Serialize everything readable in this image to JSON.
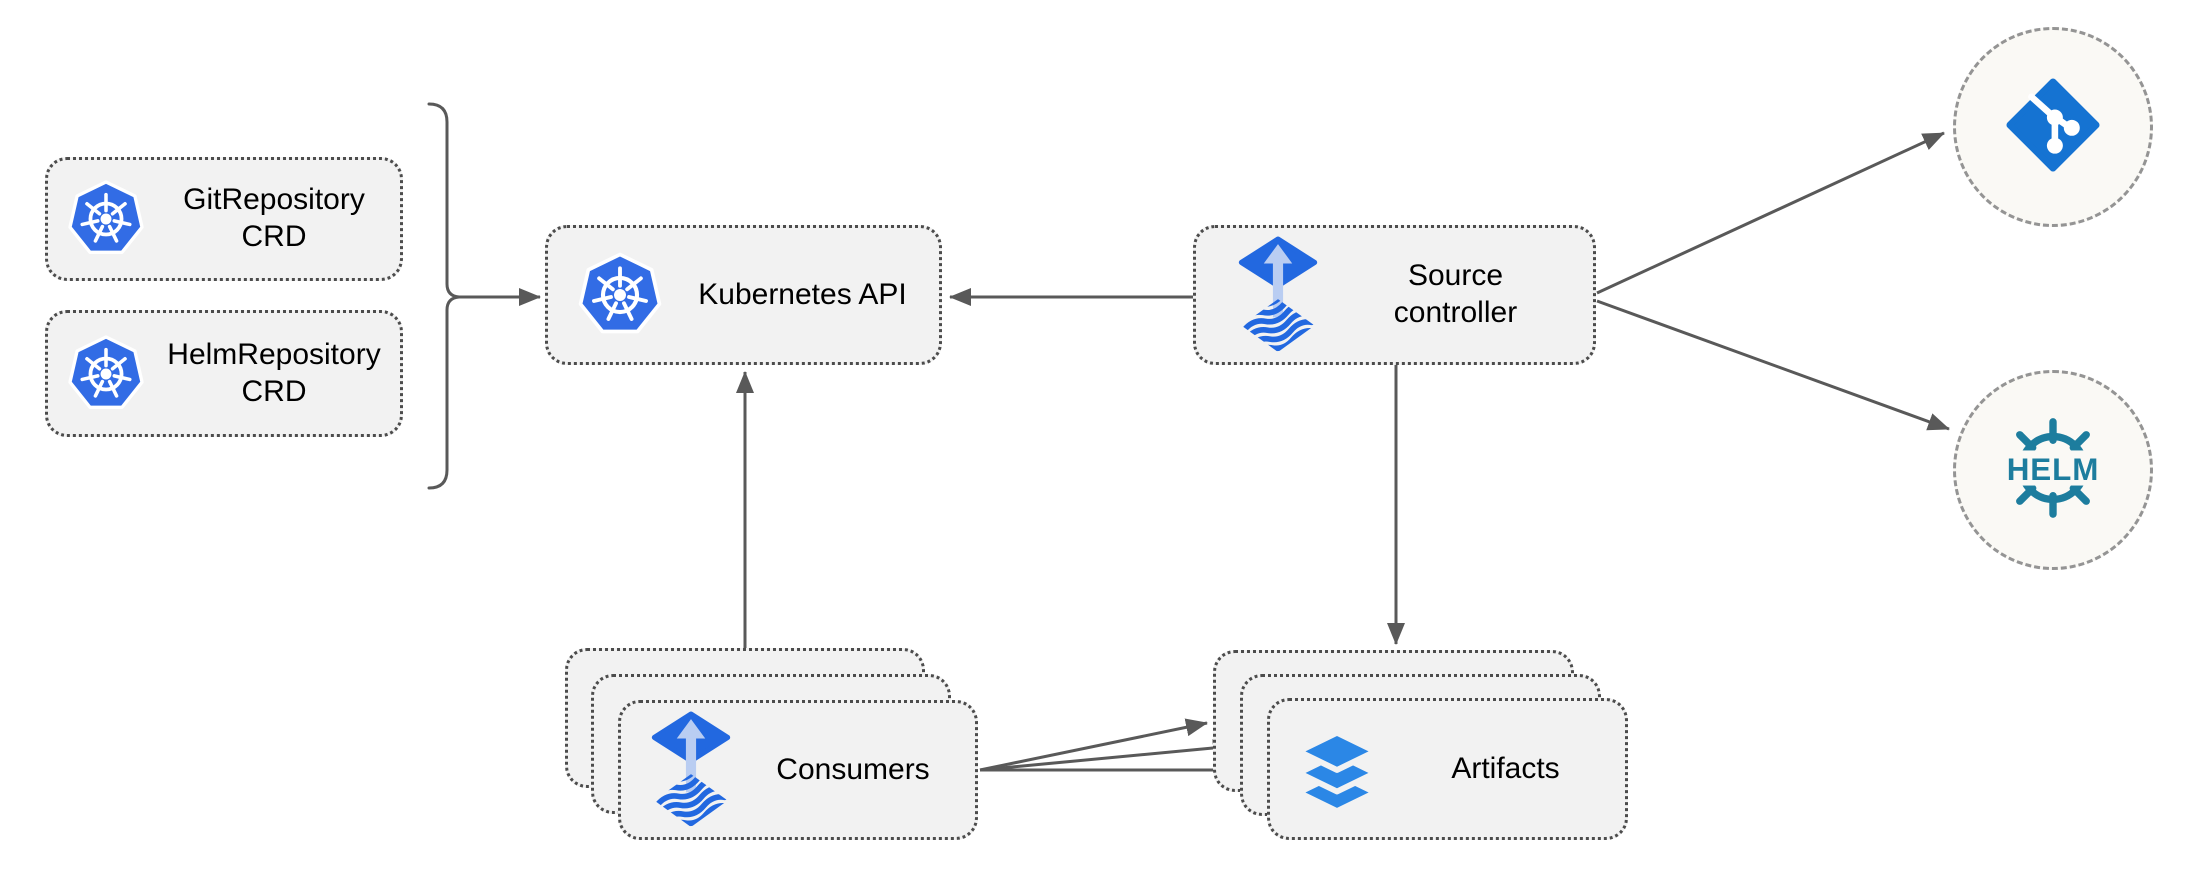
{
  "nodes": {
    "git_repository_crd": {
      "label": "GitRepository\nCRD",
      "icon": "kubernetes-icon"
    },
    "helm_repository_crd": {
      "label": "HelmRepository\nCRD",
      "icon": "kubernetes-icon"
    },
    "kubernetes_api": {
      "label": "Kubernetes API",
      "icon": "kubernetes-icon"
    },
    "source_controller": {
      "label": "Source\ncontroller",
      "icon": "flux-source-controller-icon"
    },
    "consumers": {
      "label": "Consumers",
      "icon": "flux-source-controller-icon",
      "stack_count": 3
    },
    "artifacts": {
      "label": "Artifacts",
      "icon": "layers-icon",
      "stack_count": 3
    },
    "git_remote": {
      "icon": "git-icon"
    },
    "helm_remote": {
      "icon": "helm-icon",
      "label": "HELM"
    }
  },
  "edges": [
    {
      "from": "git_repository_crd,helm_repository_crd",
      "to": "kubernetes_api",
      "via": "bracket"
    },
    {
      "from": "source_controller",
      "to": "kubernetes_api"
    },
    {
      "from": "consumers",
      "to": "kubernetes_api"
    },
    {
      "from": "source_controller",
      "to": "artifacts"
    },
    {
      "from": "source_controller",
      "to": "git_remote"
    },
    {
      "from": "source_controller",
      "to": "helm_remote"
    },
    {
      "from": "consumers",
      "to": "artifacts"
    },
    {
      "from": "consumers",
      "to": "artifacts"
    },
    {
      "from": "consumers",
      "to": "artifacts"
    }
  ],
  "colors": {
    "kubernetes_blue": "#326ce5",
    "flux_blue": "#2268e0",
    "flux_arrow_light": "#b9cdf2",
    "git_blue": "#1573d2",
    "helm_teal": "#1d7d9e",
    "layers_blue": "#2b87e6",
    "node_fill": "#f2f2f2",
    "node_border": "#4c4c4c",
    "connector": "#595959",
    "endpoint_fill": "#faf9f5"
  }
}
